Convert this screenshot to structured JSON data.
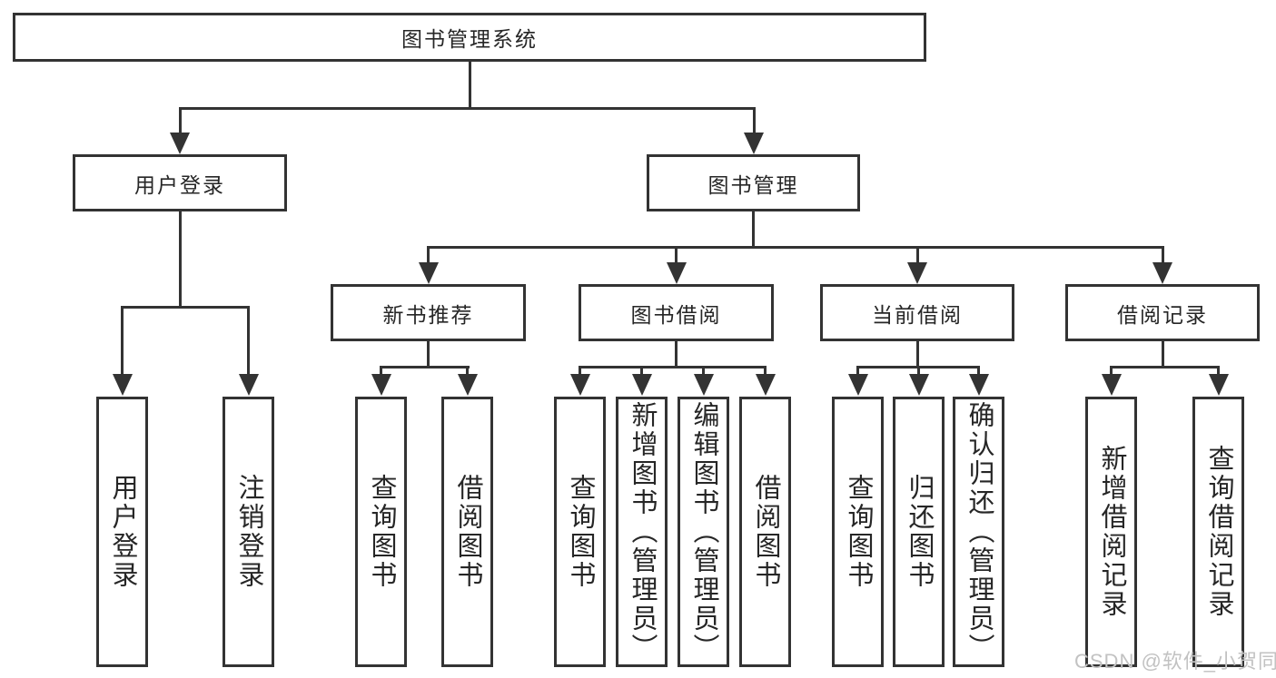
{
  "diagram": {
    "type": "tree",
    "root": {
      "label": "图书管理系统",
      "children": [
        {
          "label": "用户登录",
          "children": [
            {
              "label": "用户登录"
            },
            {
              "label": "注销登录"
            }
          ]
        },
        {
          "label": "图书管理",
          "children": [
            {
              "label": "新书推荐",
              "children": [
                {
                  "label": "查询图书"
                },
                {
                  "label": "借阅图书"
                }
              ]
            },
            {
              "label": "图书借阅",
              "children": [
                {
                  "label": "查询图书"
                },
                {
                  "label": "新增图书（管理员）"
                },
                {
                  "label": "编辑图书（管理员）"
                },
                {
                  "label": "借阅图书"
                }
              ]
            },
            {
              "label": "当前借阅",
              "children": [
                {
                  "label": "查询图书"
                },
                {
                  "label": "归还图书"
                },
                {
                  "label": "确认归还（管理员）"
                }
              ]
            },
            {
              "label": "借阅记录",
              "children": [
                {
                  "label": "新增借阅记录"
                },
                {
                  "label": "查询借阅记录"
                }
              ]
            }
          ]
        }
      ]
    }
  },
  "watermark": {
    "text": "CSDN @软件_小贺同学"
  },
  "colors": {
    "line": "#333333",
    "text": "#262626",
    "box_fill": "#ffffff",
    "background": "#ffffff",
    "watermark": "#c2c2c2"
  }
}
